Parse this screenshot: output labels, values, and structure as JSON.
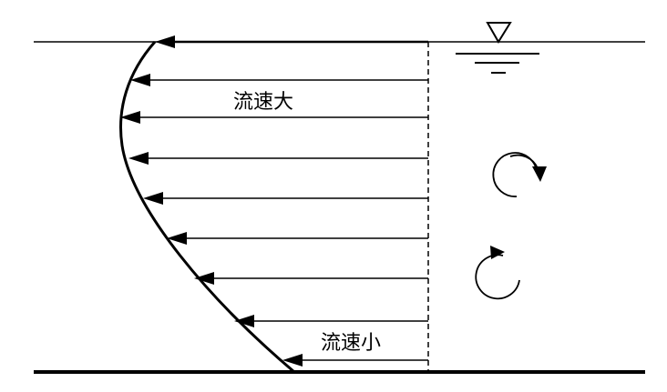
{
  "labels": {
    "high_velocity": "流速大",
    "low_velocity": "流速小"
  },
  "colors": {
    "line": "#000000",
    "background": "#ffffff"
  },
  "icons": [
    "water-surface-symbol",
    "eddy-clockwise-icon",
    "eddy-counterclockwise-icon"
  ]
}
